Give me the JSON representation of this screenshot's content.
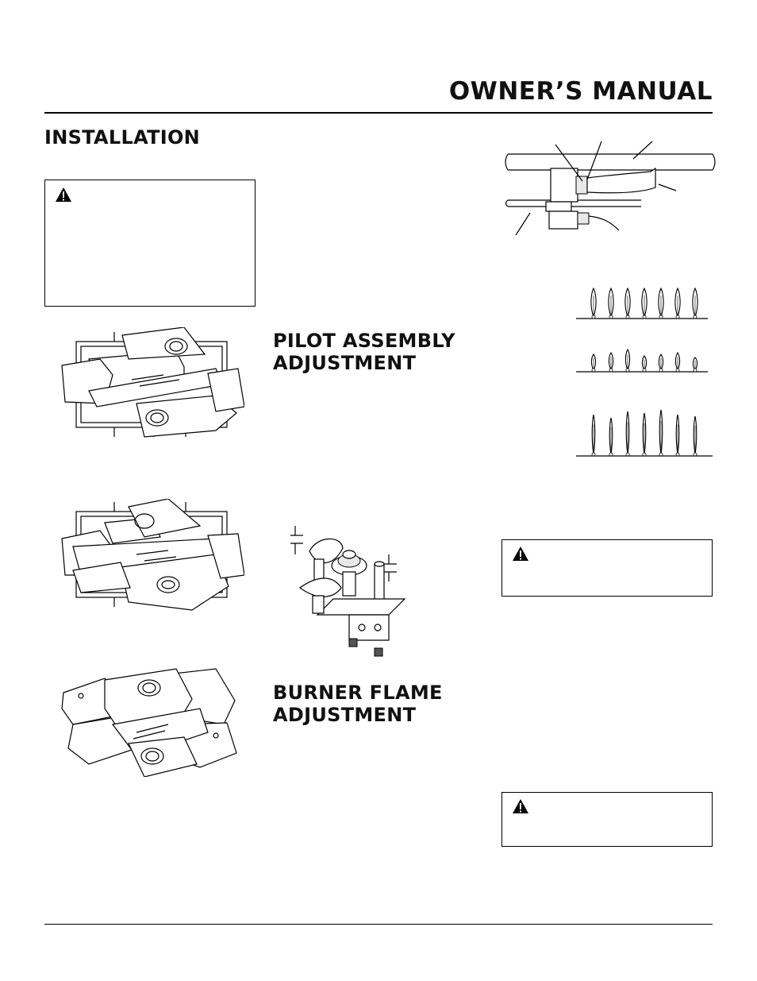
{
  "header": {
    "title": "OWNER’S MANUAL"
  },
  "sections": {
    "installation": "INSTALLATION",
    "pilot": [
      "PILOT ASSEMBLY",
      "ADJUSTMENT"
    ],
    "burner": [
      "BURNER FLAME",
      "ADJUSTMENT"
    ]
  },
  "icons": {
    "warning": "warning-triangle-icon"
  }
}
